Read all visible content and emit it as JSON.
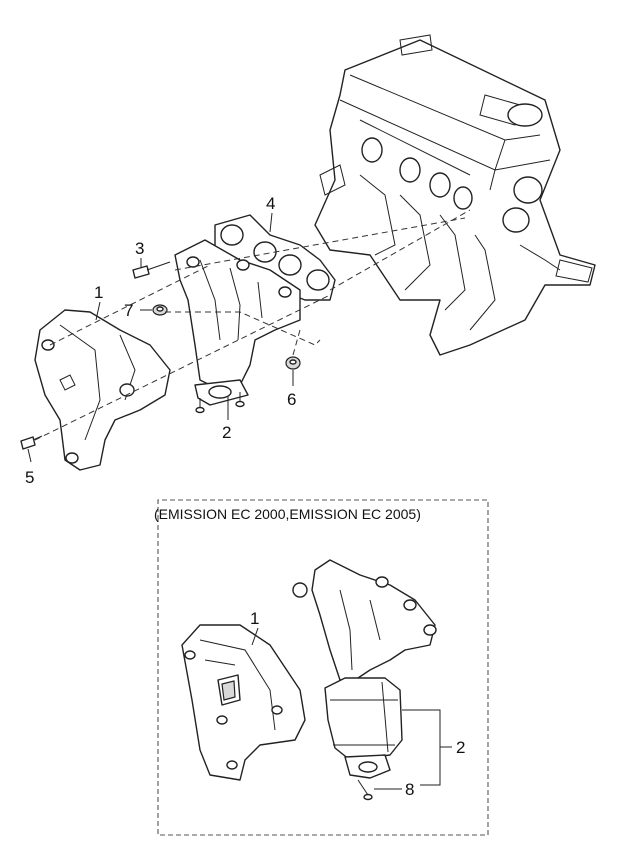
{
  "callouts": {
    "c1": "1",
    "c2": "2",
    "c3": "3",
    "c4": "4",
    "c5": "5",
    "c6": "6",
    "c7": "7",
    "c1b": "1",
    "c2b": "2",
    "c8": "8"
  },
  "variant_box": {
    "caption": "(EMISSION EC 2000,EMISSION EC 2005)"
  }
}
